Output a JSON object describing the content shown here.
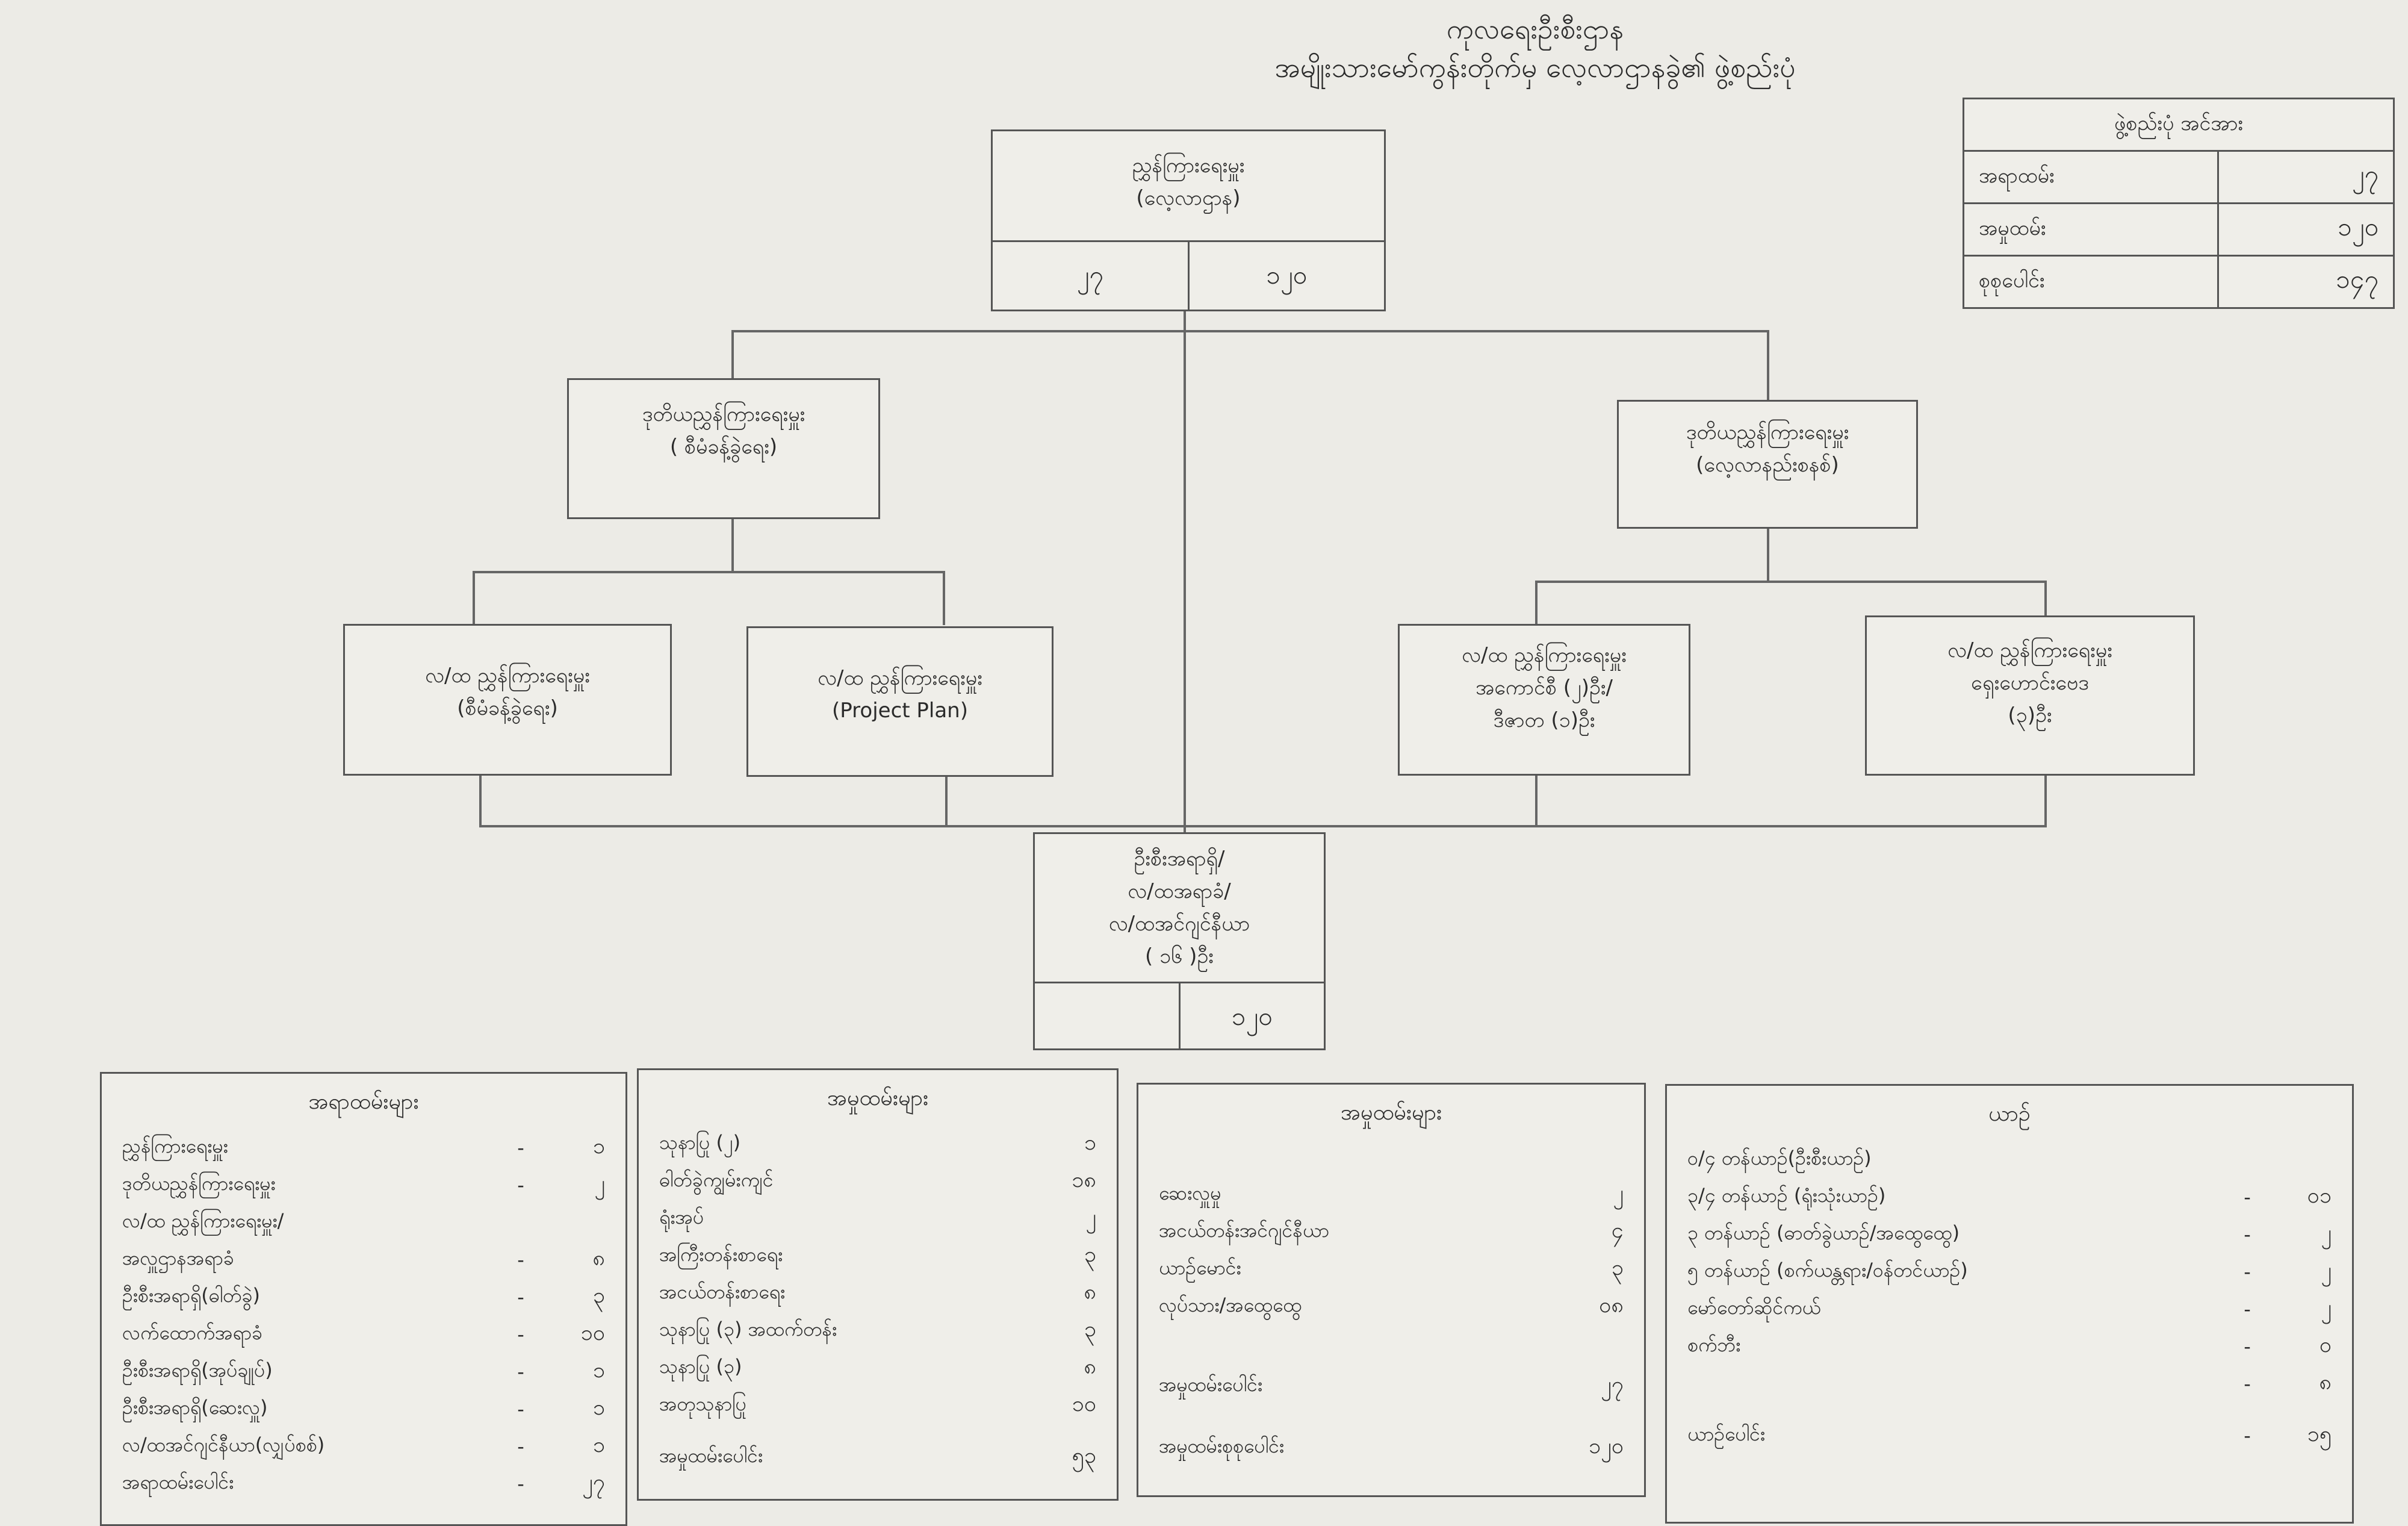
{
  "title": {
    "line1": "ကုလရေးဦးစီးဌာန",
    "line2": "အမျိုးသားမော်ကွန်းတိုက်မှ လေ့လာဌာနခွဲ၏ ဖွဲ့စည်းပုံ"
  },
  "summary": {
    "heading": "ဖွဲ့စည်းပုံ အင်အား",
    "rows": [
      {
        "label": "အရာထမ်း",
        "value": "၂၇"
      },
      {
        "label": "အမှုထမ်း",
        "value": "၁၂၀"
      },
      {
        "label": "စုစုပေါင်း",
        "value": "၁၄၇"
      }
    ]
  },
  "top_box": {
    "line1": "ညွှန်ကြားရေးမှူး",
    "line2": "(လေ့လာဌာန)",
    "officers": "၂၇",
    "staff": "၁၂၀"
  },
  "deputy_left": {
    "line1": "ဒုတိယညွှန်ကြားရေးမှူး",
    "line2": "( စီမံခန့်ခွဲရေး)"
  },
  "deputy_right": {
    "line1": "ဒုတိယညွှန်ကြားရေးမှူး",
    "line2": "(လေ့လာနည်းစနစ်)"
  },
  "assistant_boxes": [
    {
      "line1": "လ/ထ ညွှန်ကြားရေးမှူး",
      "line2": "(စီမံခန့်ခွဲရေး)",
      "line3": ""
    },
    {
      "line1": "လ/ထ ညွှန်ကြားရေးမှူး",
      "line2": "(Project Plan)",
      "line3": ""
    },
    {
      "line1": "လ/ထ ညွှန်ကြားရေးမှူး",
      "line2": "အကောင်စီ (၂)ဦး/",
      "line3": "ဒီဇာတ (၁)ဦး"
    },
    {
      "line1": "လ/ထ ညွှန်ကြားရေးမှူး",
      "line2": "ရှေးဟောင်းဗေဒ",
      "line3": "(၃)ဦး"
    }
  ],
  "bottom_box": {
    "lines": [
      "ဦးစီးအရာရှိ/",
      "လ/ထအရာခံ/",
      "လ/ထအင်ဂျင်နီယာ",
      "( ၁၆ )ဦး"
    ],
    "officers": "",
    "staff": "၁၂၀"
  },
  "panels": {
    "officers": {
      "heading": "အရာထမ်းများ",
      "rows": [
        {
          "label": "ညွှန်ကြားရေးမှူး",
          "dash": "-",
          "value": "၁"
        },
        {
          "label": "ဒုတိယညွှန်ကြားရေးမှူး",
          "dash": "-",
          "value": "၂"
        },
        {
          "label": "လ/ထ ညွှန်ကြားရေးမှူး/",
          "dash": "",
          "value": ""
        },
        {
          "label": "အလှူဌာနအရာခံ",
          "dash": "-",
          "value": "၈"
        },
        {
          "label": "ဦးစီးအရာရှိ(ဓါတ်ခွဲ)",
          "dash": "-",
          "value": "၃"
        },
        {
          "label": "လက်ထောက်အရာခံ",
          "dash": "-",
          "value": "၁၀"
        },
        {
          "label": "ဦးစီးအရာရှိ(အုပ်ချုပ်)",
          "dash": "-",
          "value": "၁"
        },
        {
          "label": "ဦးစီးအရာရှိ(ဆေးလှူ)",
          "dash": "-",
          "value": "၁"
        },
        {
          "label": "လ/ထအင်ဂျင်နီယာ(လျှပ်စစ်)",
          "dash": "-",
          "value": "၁"
        }
      ],
      "total_label": "အရာထမ်းပေါင်း",
      "total_dash": "-",
      "total_value": "၂၇"
    },
    "staff1": {
      "heading": "အမှုထမ်းများ",
      "rows": [
        {
          "label": "သုနာပြု (၂)",
          "value": "၁"
        },
        {
          "label": "ဓါတ်ခွဲကျွမ်းကျင်",
          "value": "၁၈"
        },
        {
          "label": "ရုံးအုပ်",
          "value": "၂"
        },
        {
          "label": "အကြီးတန်းစာရေး",
          "value": "၃"
        },
        {
          "label": "အငယ်တန်းစာရေး",
          "value": "၈"
        },
        {
          "label": "သုနာပြု (၃) အထက်တန်း",
          "value": "၃"
        },
        {
          "label": "သုနာပြု (၃)",
          "value": "၈"
        },
        {
          "label": "အတုသုနာပြု",
          "value": "၁၀"
        }
      ],
      "total_label": "အမှုထမ်းပေါင်း",
      "total_value": "၅၃"
    },
    "staff2": {
      "heading": "အမှုထမ်းများ",
      "rows": [
        {
          "label": "ဆေးလှူမှု",
          "value": "၂"
        },
        {
          "label": "အငယ်တန်းအင်ဂျင်နီယာ",
          "value": "၄"
        },
        {
          "label": "ယာဉ်မောင်း",
          "value": "၃"
        },
        {
          "label": "လုပ်သား/အထွေထွေ",
          "value": "၀၈"
        }
      ],
      "total1_label": "အမှုထမ်းပေါင်း",
      "total1_value": "၂၇",
      "total2_label": "အမှုထမ်းစုစုပေါင်း",
      "total2_value": "၁၂၀"
    },
    "vehicles": {
      "heading": "ယာဉ်",
      "rows": [
        {
          "label": "၀/၄ တန်ယာဉ်(ဦးစီးယာဉ်)",
          "dash": "",
          "value": ""
        },
        {
          "label": "၃/၄ တန်ယာဉ် (ရုံးသုံးယာဉ်)",
          "dash": "-",
          "value": "၀၁"
        },
        {
          "label": "၃ တန်ယာဉ် (ဓာတ်ခွဲယာဉ်/အထွေထွေ)",
          "dash": "-",
          "value": "၂"
        },
        {
          "label": "၅ တန်ယာဉ် (စက်ယန္တရား/ဝန်တင်ယာဉ်)",
          "dash": "-",
          "value": "၂"
        },
        {
          "label": "မော်တော်ဆိုင်ကယ်",
          "dash": "-",
          "value": "၂"
        },
        {
          "label": "စက်ဘီး",
          "dash": "-",
          "value": "၀"
        },
        {
          "label": "",
          "dash": "-",
          "value": "၈"
        }
      ],
      "total_label": "ယာဉ်ပေါင်း",
      "total_dash": "-",
      "total_value": "၁၅"
    }
  }
}
